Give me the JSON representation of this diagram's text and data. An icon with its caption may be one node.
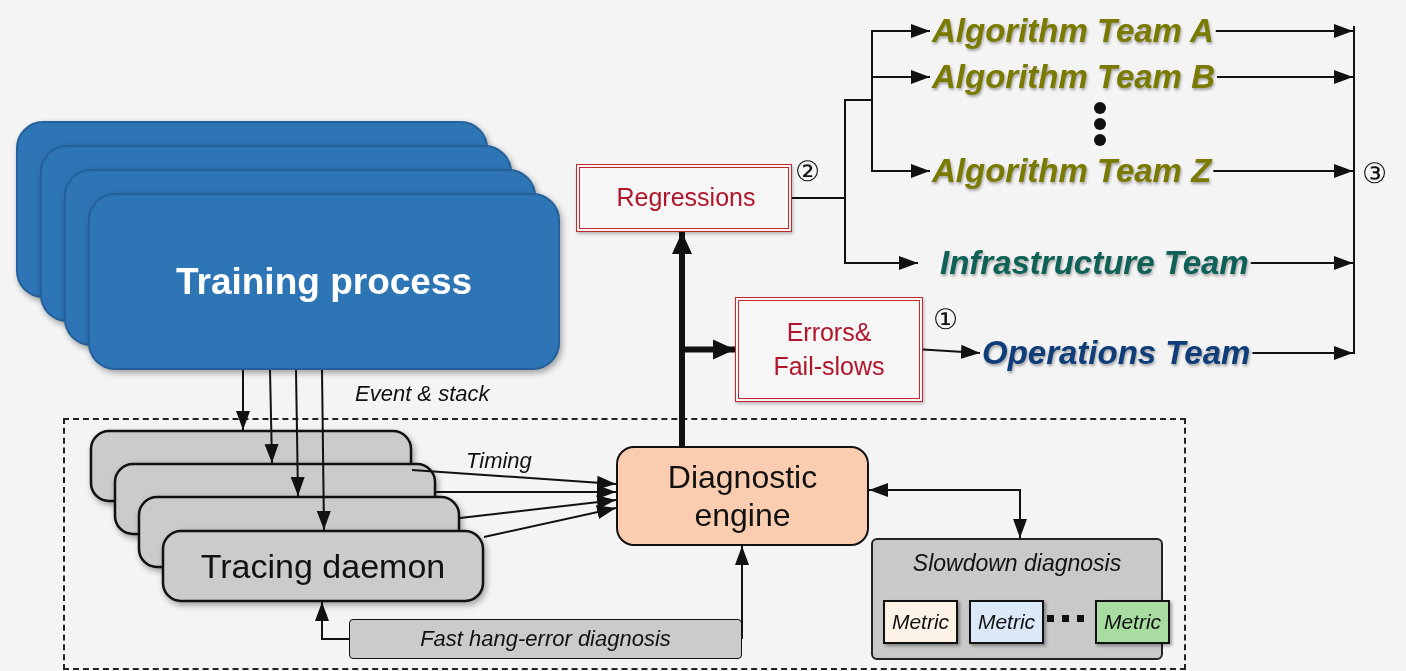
{
  "diagram": {
    "nodes": [
      {
        "text": [
          "Training process"
        ]
      },
      {
        "text": [],
        "shape": "box"
      },
      {
        "text": [
          "Tracing daemon"
        ],
        "in": 1
      },
      {
        "text": [
          "Diagnostic engine"
        ],
        "in": 1
      },
      {
        "text": [
          "Fast hang-error diagnosis"
        ],
        "in": 1
      },
      {
        "text": [
          "Slowdown diagnosis"
        ],
        "in": 1
      },
      {
        "text": [
          "Metric"
        ],
        "in": 5
      },
      {
        "text": [
          "Metric"
        ],
        "in": 5
      },
      {
        "text": [
          "Metric"
        ],
        "in": 5
      },
      {
        "text": [
          "Regressions"
        ]
      },
      {
        "text": [
          "Errors& Fail-slows"
        ]
      },
      {
        "text": [
          "Algorithm Team A"
        ]
      },
      {
        "text": [
          "Algorithm Team B"
        ]
      },
      {
        "text": [
          "Algorithm Team Z"
        ]
      },
      {
        "text": [
          "Infrastructure Team"
        ]
      },
      {
        "text": [
          "Operations Team"
        ]
      },
      {
        "text": [],
        "shape": "bar"
      }
    ],
    "edges": [
      {
        "from": 0,
        "to": 2,
        "arrow": "to"
      },
      {
        "from": 0,
        "to": 2,
        "arrow": "to"
      },
      {
        "from": 0,
        "to": 2,
        "arrow": "to"
      },
      {
        "from": 0,
        "to": 2,
        "arrow": "to"
      },
      {
        "from": 2,
        "to": 3,
        "arrow": "to",
        "label": "Timing"
      },
      {
        "from": 2,
        "to": 3,
        "arrow": "to"
      },
      {
        "from": 2,
        "to": 3,
        "arrow": "to"
      },
      {
        "from": 2,
        "to": 3,
        "arrow": "to"
      },
      {
        "from": 3,
        "to": 9,
        "arrow": "to",
        "style": "thick"
      },
      {
        "from": 3,
        "to": 10,
        "arrow": "to",
        "style": "thick"
      },
      {
        "from": 4,
        "to": 2,
        "arrow": "to"
      },
      {
        "from": 4,
        "to": 3,
        "arrow": "to"
      },
      {
        "from": 3,
        "to": 5,
        "arrow": "both"
      },
      {
        "from": 9,
        "to": 11,
        "arrow": "to"
      },
      {
        "from": 9,
        "to": 12,
        "arrow": "to"
      },
      {
        "from": 9,
        "to": 13,
        "arrow": "to"
      },
      {
        "from": 9,
        "to": 14,
        "arrow": "to"
      },
      {
        "from": 10,
        "to": 15,
        "arrow": "to",
        "label": "①"
      },
      {
        "from": 11,
        "to": 16,
        "arrow": "to"
      },
      {
        "from": 12,
        "to": 16,
        "arrow": "to"
      },
      {
        "from": 13,
        "to": 16,
        "arrow": "to"
      },
      {
        "from": 14,
        "to": 16,
        "arrow": "to"
      },
      {
        "from": 15,
        "to": 16,
        "arrow": "to"
      }
    ],
    "labels": [
      "Event & stack",
      "②",
      "③"
    ]
  }
}
